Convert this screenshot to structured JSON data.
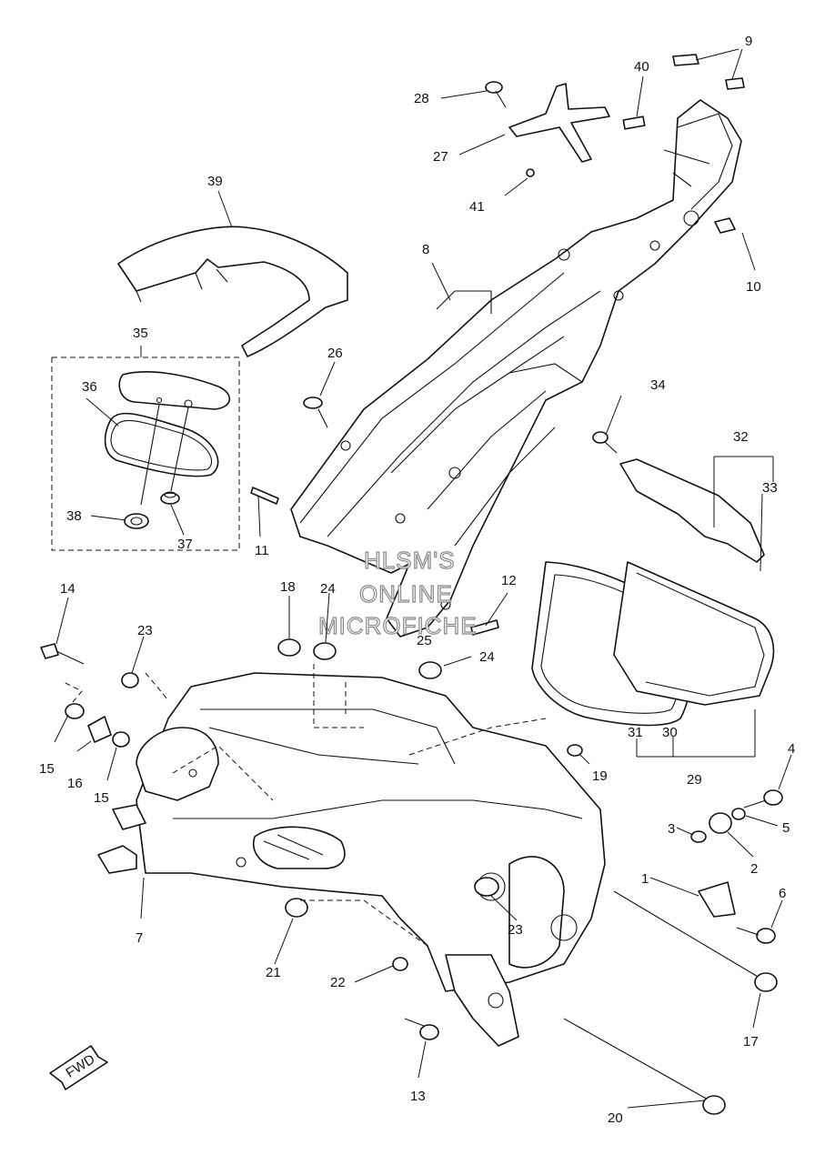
{
  "diagram": {
    "title": "",
    "watermark": [
      "HLSM'S",
      "ONLINE",
      "MICROFICHE"
    ],
    "fwd_label": "FWD",
    "callouts": [
      {
        "id": "c1",
        "text": "1"
      },
      {
        "id": "c2",
        "text": "2"
      },
      {
        "id": "c3",
        "text": "3"
      },
      {
        "id": "c4",
        "text": "4"
      },
      {
        "id": "c5",
        "text": "5"
      },
      {
        "id": "c6",
        "text": "6"
      },
      {
        "id": "c7",
        "text": "7"
      },
      {
        "id": "c8",
        "text": "8"
      },
      {
        "id": "c9",
        "text": "9"
      },
      {
        "id": "c10",
        "text": "10"
      },
      {
        "id": "c11",
        "text": "11"
      },
      {
        "id": "c12",
        "text": "12"
      },
      {
        "id": "c13",
        "text": "13"
      },
      {
        "id": "c14",
        "text": "14"
      },
      {
        "id": "c15a",
        "text": "15"
      },
      {
        "id": "c15b",
        "text": "15"
      },
      {
        "id": "c16",
        "text": "16"
      },
      {
        "id": "c17",
        "text": "17"
      },
      {
        "id": "c18",
        "text": "18"
      },
      {
        "id": "c19",
        "text": "19"
      },
      {
        "id": "c20",
        "text": "20"
      },
      {
        "id": "c21",
        "text": "21"
      },
      {
        "id": "c22",
        "text": "22"
      },
      {
        "id": "c23a",
        "text": "23"
      },
      {
        "id": "c23b",
        "text": "23"
      },
      {
        "id": "c24a",
        "text": "24"
      },
      {
        "id": "c24b",
        "text": "24"
      },
      {
        "id": "c25",
        "text": "25"
      },
      {
        "id": "c26",
        "text": "26"
      },
      {
        "id": "c27",
        "text": "27"
      },
      {
        "id": "c28",
        "text": "28"
      },
      {
        "id": "c29",
        "text": "29"
      },
      {
        "id": "c30",
        "text": "30"
      },
      {
        "id": "c31",
        "text": "31"
      },
      {
        "id": "c32",
        "text": "32"
      },
      {
        "id": "c33",
        "text": "33"
      },
      {
        "id": "c34",
        "text": "34"
      },
      {
        "id": "c35",
        "text": "35"
      },
      {
        "id": "c36",
        "text": "36"
      },
      {
        "id": "c37",
        "text": "37"
      },
      {
        "id": "c38",
        "text": "38"
      },
      {
        "id": "c39",
        "text": "39"
      },
      {
        "id": "c40",
        "text": "40"
      },
      {
        "id": "c41",
        "text": "41"
      }
    ]
  }
}
